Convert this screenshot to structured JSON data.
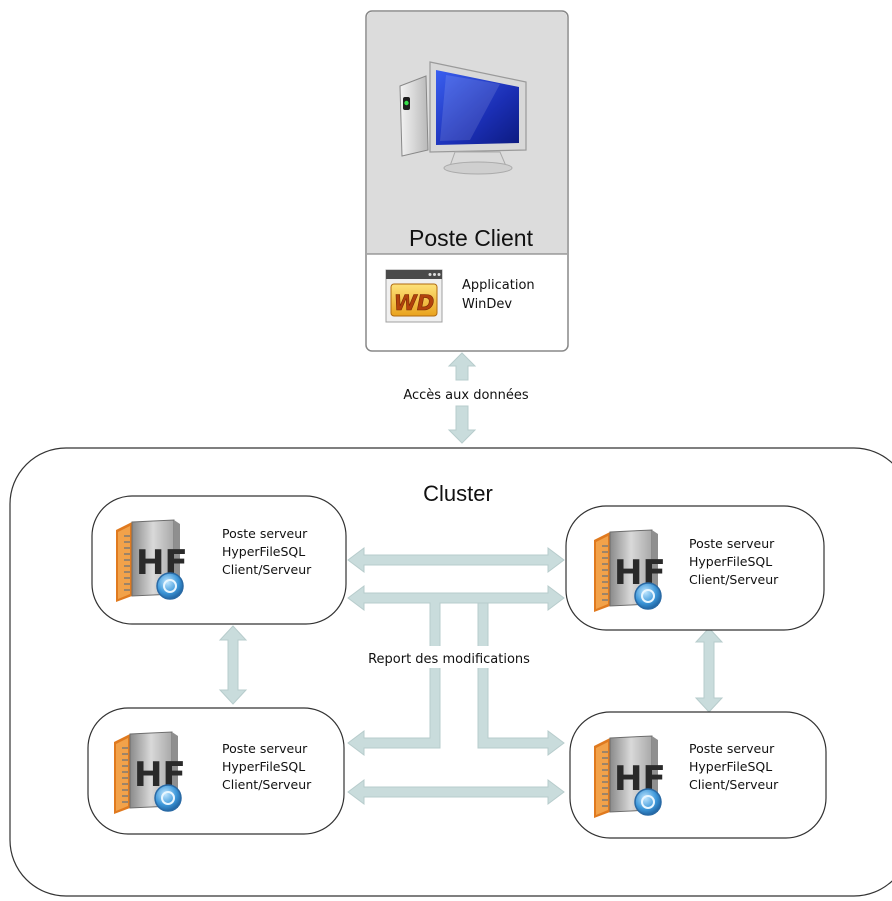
{
  "client": {
    "title": "Poste Client",
    "app_line1": "Application",
    "app_line2": "WinDev",
    "app_logo": "WD",
    "icon": "computer-monitor-icon"
  },
  "data_access_label": "Accès aux données",
  "cluster": {
    "title": "Cluster",
    "replication_label": "Report des modifications",
    "servers": [
      {
        "id": "top-left",
        "line1": "Poste serveur",
        "line2": "HyperFileSQL",
        "line3": "Client/Serveur",
        "logo": "HF"
      },
      {
        "id": "top-right",
        "line1": "Poste serveur",
        "line2": "HyperFileSQL",
        "line3": "Client/Serveur",
        "logo": "HF"
      },
      {
        "id": "bottom-left",
        "line1": "Poste serveur",
        "line2": "HyperFileSQL",
        "line3": "Client/Serveur",
        "logo": "HF"
      },
      {
        "id": "bottom-right",
        "line1": "Poste serveur",
        "line2": "HyperFileSQL",
        "line3": "Client/Serveur",
        "logo": "HF"
      }
    ]
  },
  "colors": {
    "arrow": "#c9dcdc",
    "arrow_stroke": "#b7cccc",
    "client_bg": "#dcdcdc",
    "border": "#222222",
    "hf_orange": "#e07a1f"
  }
}
